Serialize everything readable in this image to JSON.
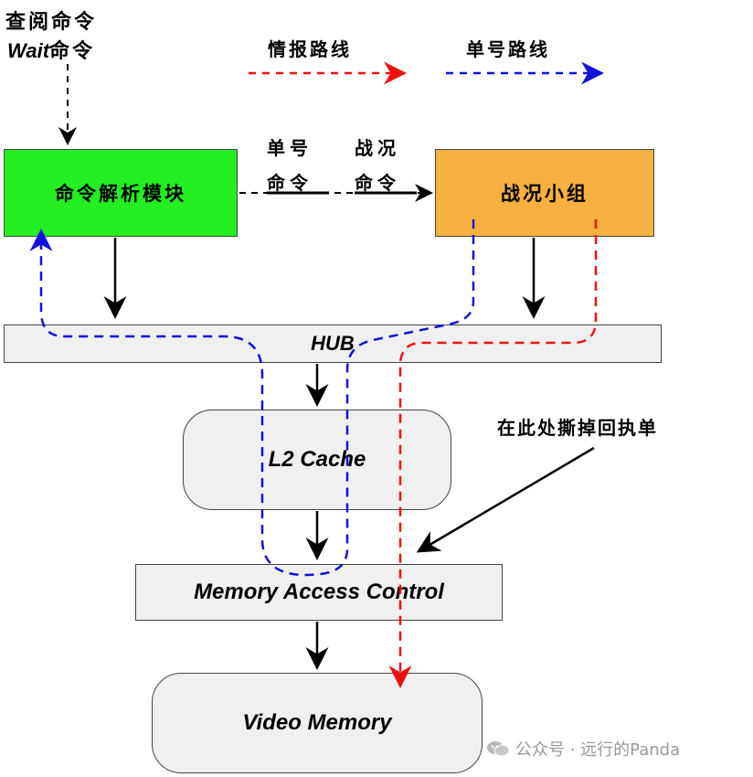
{
  "labels": {
    "query_cmd": "查阅命令",
    "wait_word": "Wait",
    "wait_suffix": "命令",
    "legend_intel": "情报路线",
    "legend_single": "单号路线",
    "single_cmd_top": "单号",
    "single_cmd_bottom": "命令",
    "battle_cmd_top": "战况",
    "battle_cmd_bottom": "命令",
    "tear_note": "在此处撕掉回执单",
    "watermark": "公众号 · 远行的Panda"
  },
  "nodes": {
    "parser": "命令解析模块",
    "battle_group": "战况小组",
    "hub": "HUB",
    "l2": "L2 Cache",
    "mac": "Memory Access Control",
    "vram": "Video Memory"
  },
  "colors": {
    "parser_fill": "#22ee22",
    "battle_fill": "#f8b040",
    "box_fill": "#f0f0f0",
    "red_route": "#ee1111",
    "blue_route": "#1111dd"
  }
}
